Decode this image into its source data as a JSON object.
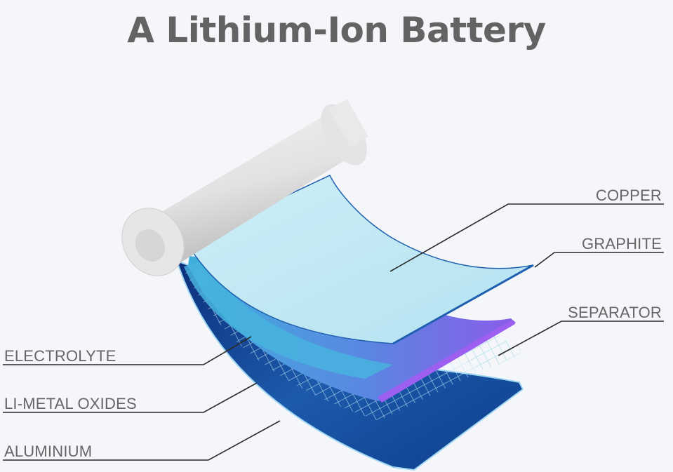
{
  "title": "A Lithium-Ion Battery",
  "colors": {
    "background": "#f4f6fa",
    "title_text": "#636363",
    "label_text": "#666666",
    "leader_line": "#2a2a2a",
    "roller": "#dcdcdc",
    "copper_sheet": "#bfe7f2",
    "electrolyte": "#45a9d8",
    "li_metal_oxides": "#6a7ce6",
    "separator_edge": "#9b5ce6",
    "aluminium": "#1b55a6",
    "grid": "#b8e4f5"
  },
  "labels": {
    "copper": "COPPER",
    "graphite": "GRAPHITE",
    "separator": "SEPARATOR",
    "electrolyte": "ELECTROLYTE",
    "li_metal_oxides": "LI-METAL OXIDES",
    "aluminium": "ALUMINIUM"
  }
}
